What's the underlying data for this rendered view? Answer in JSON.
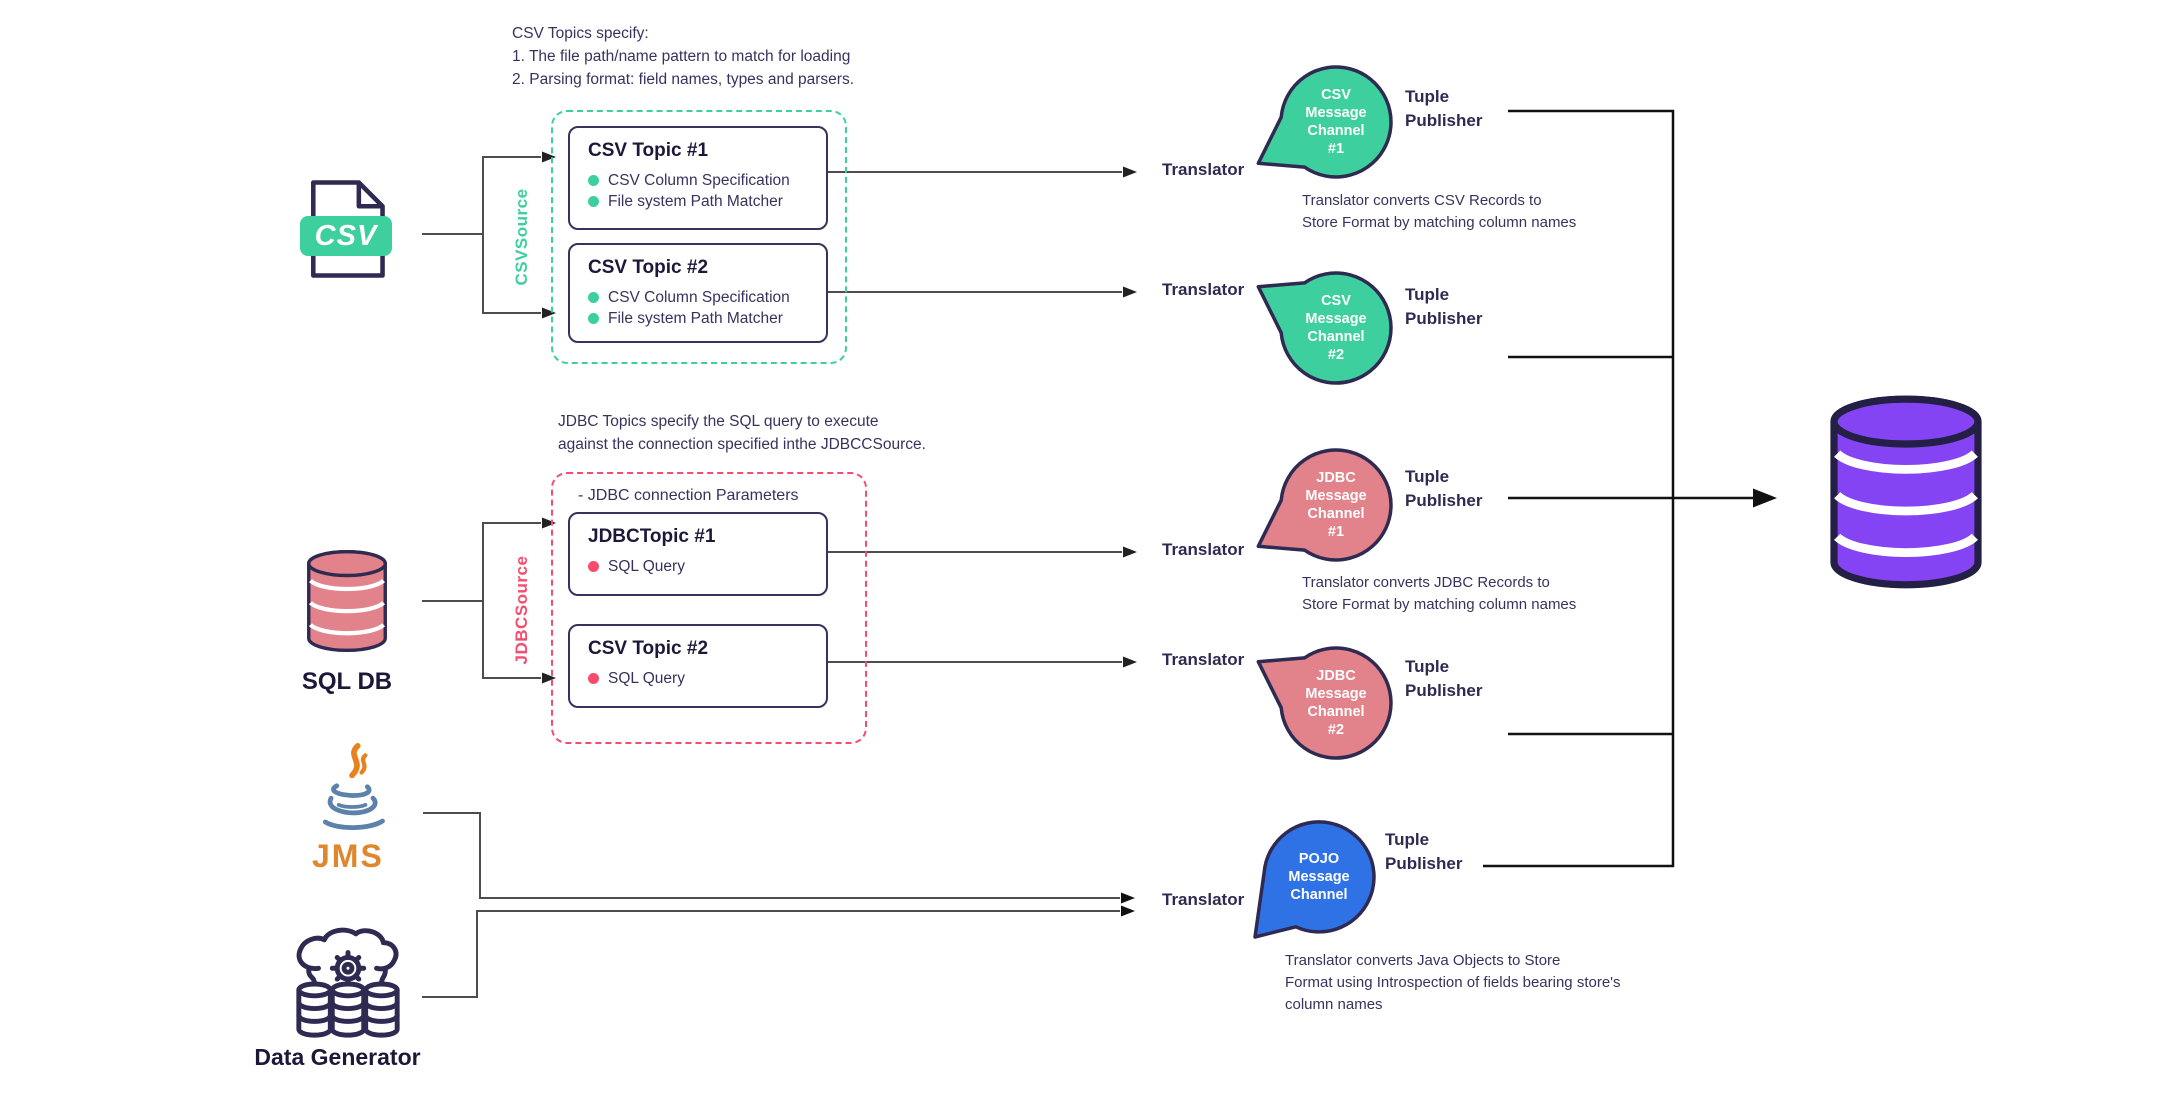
{
  "notes": {
    "csv_spec": [
      "CSV Topics specify:",
      "1. The file path/name pattern to match for loading",
      "2. Parsing format: field names, types and parsers."
    ],
    "jdbc_spec": [
      "JDBC Topics specify the SQL query to execute",
      "against the connection specified inthe JDBCCSource."
    ],
    "csv_translator": [
      "Translator converts CSV Records to",
      "Store Format by matching column names"
    ],
    "jdbc_translator": [
      "Translator converts JDBC Records to",
      "Store Format by matching column names"
    ],
    "pojo_translator": [
      "Translator converts Java Objects to Store",
      "Format using Introspection of fields bearing store's",
      "column names"
    ]
  },
  "sources": {
    "csv": {
      "icon_label": "CSV",
      "group_label": "CSVSource",
      "topics": [
        {
          "title": "CSV Topic #1",
          "bullets": [
            "CSV Column Specification",
            "File system Path Matcher"
          ]
        },
        {
          "title": "CSV Topic #2",
          "bullets": [
            "CSV Column Specification",
            "File system Path Matcher"
          ]
        }
      ]
    },
    "jdbc": {
      "db_label": "SQL DB",
      "group_label": "JDBCSource",
      "param_note": "- JDBC connection Parameters",
      "topics": [
        {
          "title": "JDBCTopic #1",
          "bullets": [
            "SQL Query"
          ]
        },
        {
          "title": "CSV Topic #2",
          "bullets": [
            "SQL Query"
          ]
        }
      ]
    },
    "jms": {
      "label": "JMS"
    },
    "datagen": {
      "label": "Data Generator"
    }
  },
  "labels": {
    "translator": "Translator",
    "publisher": [
      "Tuple",
      "Publisher"
    ]
  },
  "channels": [
    {
      "lines": [
        "CSV",
        "Message",
        "Channel",
        "#1"
      ]
    },
    {
      "lines": [
        "CSV",
        "Message",
        "Channel",
        "#2"
      ]
    },
    {
      "lines": [
        "JDBC",
        "Message",
        "Channel",
        "#1"
      ]
    },
    {
      "lines": [
        "JDBC",
        "Message",
        "Channel",
        "#2"
      ]
    },
    {
      "lines": [
        "POJO",
        "Message",
        "Channel"
      ]
    }
  ],
  "colors": {
    "csv_green": "#3ecf9e",
    "jdbc_salmon": "#e2828a",
    "jdbc_red": "#f64d6e",
    "pojo_blue": "#2e72e6",
    "store_purple": "#8444f4",
    "ink_navy": "#2f2a52"
  }
}
